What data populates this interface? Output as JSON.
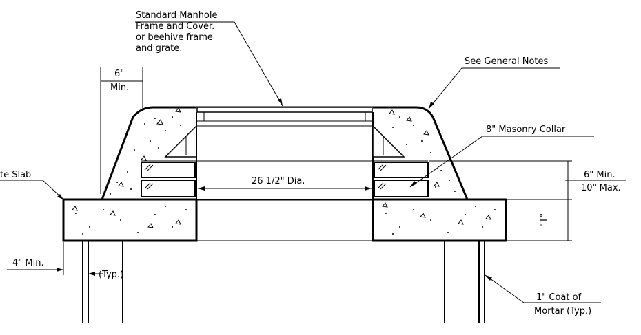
{
  "labels": {
    "frame_cover": [
      "Standard Manhole",
      "Frame and Cover.",
      "or beehive frame",
      "and grate."
    ],
    "general_notes": "See General Notes",
    "six_min_top": "6\"",
    "min_top": "Min.",
    "masonry_collar": "8\" Masonry Collar",
    "slab": "te Slab",
    "diameter": "26 1/2\" Dia.",
    "six_min_side": "6\" Min.",
    "ten_max_side": "10\" Max.",
    "thickness": "\"T\"",
    "four_min": "4\" Min.",
    "typ": "(Typ.)",
    "mortar": [
      "1\" Coat of",
      "Mortar (Typ.)"
    ]
  }
}
